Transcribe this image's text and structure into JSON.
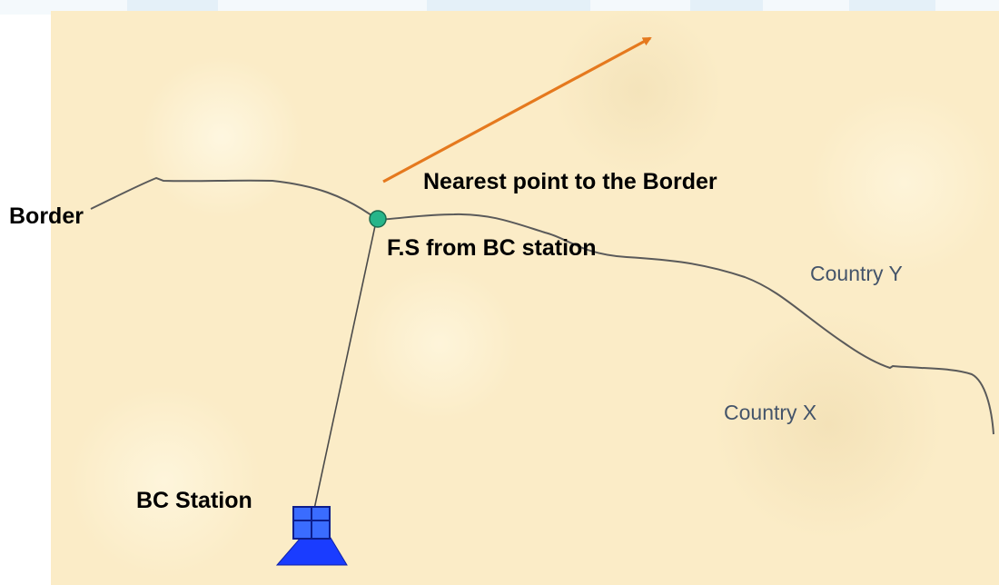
{
  "labels": {
    "border": "Border",
    "nearest_point": "Nearest point to the Border",
    "fs_from_bc_station": "F.S from BC station",
    "country_y": "Country Y",
    "country_x": "Country X",
    "bc_station": "BC Station"
  },
  "colors": {
    "background": "#fbecc7",
    "border_line": "#5a5a5a",
    "arrow": "#e5791e",
    "nearest_point_marker": "#27b58a",
    "station": "#1a3cff",
    "region_text": "#44546a"
  },
  "icons": {
    "nearest_point": "circle-marker",
    "station": "broadcast-station-icon",
    "direction": "arrow"
  }
}
